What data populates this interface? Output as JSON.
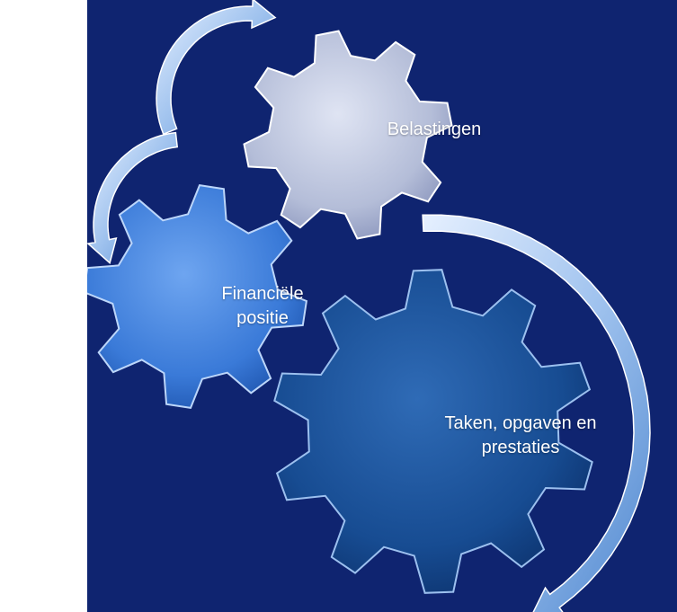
{
  "colors": {
    "panel_background": "#0f2470",
    "gear_belastingen": "#b4bdd8",
    "gear_financiele": "#3a7ad8",
    "gear_taken": "#174c92",
    "arrow": "#9fc2ee"
  },
  "gears": {
    "belastingen": {
      "label": "Belastingen"
    },
    "financiele_positie": {
      "label": "Financiële positie",
      "lines": [
        "Financiële",
        "positie"
      ]
    },
    "taken": {
      "label": "Taken, opgaven en prestaties",
      "lines": [
        "Taken, opgaven en",
        "prestaties"
      ]
    }
  },
  "arrows": [
    {
      "name": "arrow-top",
      "icon": "curved-arrow-icon"
    },
    {
      "name": "arrow-left",
      "icon": "curved-arrow-icon"
    },
    {
      "name": "arrow-right",
      "icon": "curved-arrow-icon"
    }
  ]
}
